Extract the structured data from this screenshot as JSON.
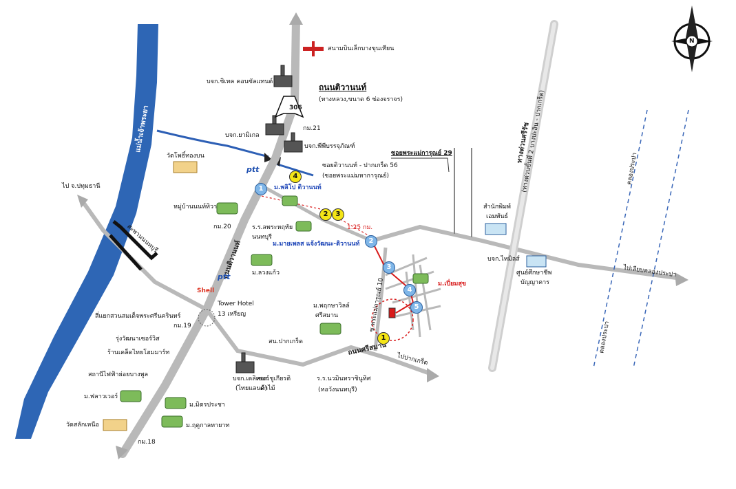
{
  "labels": {
    "airport": "สนามบินเล็กบางขุนเทียน",
    "factory_top": "บจก.ชิเทค คอนซัลแทนต์",
    "road_name_main": "ถนนติวานนท์",
    "road_name_main_note": "(ทางหลวง,ขนาด 6 ช่องจราจร)",
    "route_306": "306",
    "km21": "กม.21",
    "factory_yamaha": "บจก.ยามิเกล",
    "factory_pilot": "บจก.พีพีบรรจุภัณฑ์",
    "temple_top": "วัดโพธิ์ทองบน",
    "soi_56": "ซอยติวานนท์ - ปากเกร็ด 56",
    "soi_56_alt": "(ซอยพระแม่มหาการุณย์)",
    "soi_29": "ซอยพระแม่การุณย์ 29",
    "village_1": "ม.พลิโป ติวานนท์",
    "to_pathum": "ไป จ.ปทุมธานี",
    "village_tiwa": "หมู่บ้านนนท์ทิวา",
    "km20": "กม.20",
    "school_1": "ร.ร.ลพระหฤทัย",
    "school_1b": "นนทบุรี",
    "village_2": "ม.มายเพลส แจ้งวัฒนะ-ติวานนท์",
    "distance": "1.25 กม.",
    "bridge": "สะพานนนทบุรี",
    "village_kaew": "ม.ลวงแก้ว",
    "hotel": "Tower Hotel",
    "hotel_b": "13 เหรียญ",
    "office_sakon": "สำนักพิมพ์",
    "office_sakon_b": "เอมพันธ์",
    "office_home": "บจก.ไทมิลส์",
    "red_target": "ม.เปี่ยมสุข",
    "center_library": "ศูนย์ศึกษาชีพ",
    "center_library_b": "บัญญาคาร",
    "village_suk": "ม.พฤกษาวิลล์",
    "village_suk_b": "ศรีสมาน",
    "intersection": "สี่แยกสวนสมเด็จพระศรีนครินทร์",
    "km19": "กม.19",
    "rung": "รุ่งวัฒนาเซอร์วิส",
    "tiwanon_market": "ร้านเคล็ดไทยโฮมมาร์ท",
    "station_elec": "สถานีไฟฟ้าย่อยบางพูล",
    "pak_kret_station": "สน.ปากเกร็ด",
    "factory_delta": "บจก.เดลิเซอร์",
    "factory_delta_b": "(ไทยแลนด์)",
    "factory_lumber": "หจก.ชูเกียรติ",
    "factory_lumber_b": "ค้าไม้",
    "school_2": "ร.ร.นวมินทราชินูทิศ",
    "school_2b": "(หอวังนนทบุรี)",
    "village_flower": "ม.ฟลาวเวอร์",
    "village_mit": "ม.มิตรประชา",
    "temple_bottom": "วัดสลักเหนือ",
    "village_rukhat": "ม.ฤดูกาลทายาท",
    "km18": "กม.18",
    "to_pakkret": "ไปปากเกร็ด",
    "to_east": "ไปเลียบคลองประปา",
    "road_srisaman": "ถนนศรีสมาน",
    "soi_10": "ซ.พระแม่การุณย์ 10",
    "kanji_road": "ถนนติวานนท์",
    "highway": "ทางด่วนศรีรัช",
    "highway_b": "(ทางด่วนขั้นที่ 2 บางปะอิน - ปากเกร็ด)",
    "railway_left": "แม่น้ำเจ้าพระยา",
    "canal_1": "คลองประปา",
    "canal_2": "คลองประปา",
    "ptt": "ptt",
    "shell": "Shell"
  },
  "badges": {
    "y1": "1",
    "y2": "2",
    "y3": "3",
    "y4": "4",
    "b1": "1",
    "b2": "2",
    "b3": "3",
    "b4": "4",
    "b5": "5"
  },
  "compass": {
    "label": "N"
  },
  "colors": {
    "river": "#2e66b5",
    "road": "#b9b9b9",
    "highway": "#cfcfcf",
    "canal": "#3a67b8",
    "red_path": "#d81a1a",
    "yellow_badge": "#f4e516",
    "blue_badge": "#7fb6e8"
  }
}
